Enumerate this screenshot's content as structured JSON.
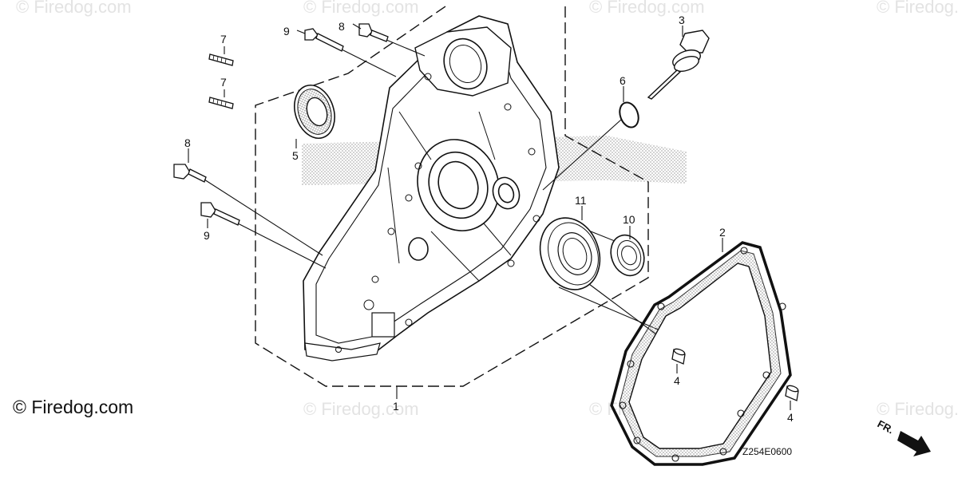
{
  "watermark": "© Firedog.com",
  "copyright": "© Firedog.com",
  "diagram_code": "Z254E0600",
  "direction_label": "FR.",
  "callouts": [
    {
      "id": "c1",
      "label": "1",
      "part": "rear crankcase cover"
    },
    {
      "id": "c2",
      "label": "2",
      "part": "cover gasket"
    },
    {
      "id": "c3",
      "label": "3",
      "part": "oil filler cap / dipstick"
    },
    {
      "id": "c4a",
      "label": "4",
      "part": "dowel pin"
    },
    {
      "id": "c4b",
      "label": "4",
      "part": "dowel pin"
    },
    {
      "id": "c5",
      "label": "5",
      "part": "oil seal"
    },
    {
      "id": "c6",
      "label": "6",
      "part": "o-ring"
    },
    {
      "id": "c7a",
      "label": "7",
      "part": "stud bolt"
    },
    {
      "id": "c7b",
      "label": "7",
      "part": "stud bolt"
    },
    {
      "id": "c8a",
      "label": "8",
      "part": "flange bolt"
    },
    {
      "id": "c8b",
      "label": "8",
      "part": "flange bolt"
    },
    {
      "id": "c9a",
      "label": "9",
      "part": "flange bolt"
    },
    {
      "id": "c9b",
      "label": "9",
      "part": "flange bolt"
    },
    {
      "id": "c10",
      "label": "10",
      "part": "ball bearing"
    },
    {
      "id": "c11",
      "label": "11",
      "part": "ball bearing"
    }
  ]
}
